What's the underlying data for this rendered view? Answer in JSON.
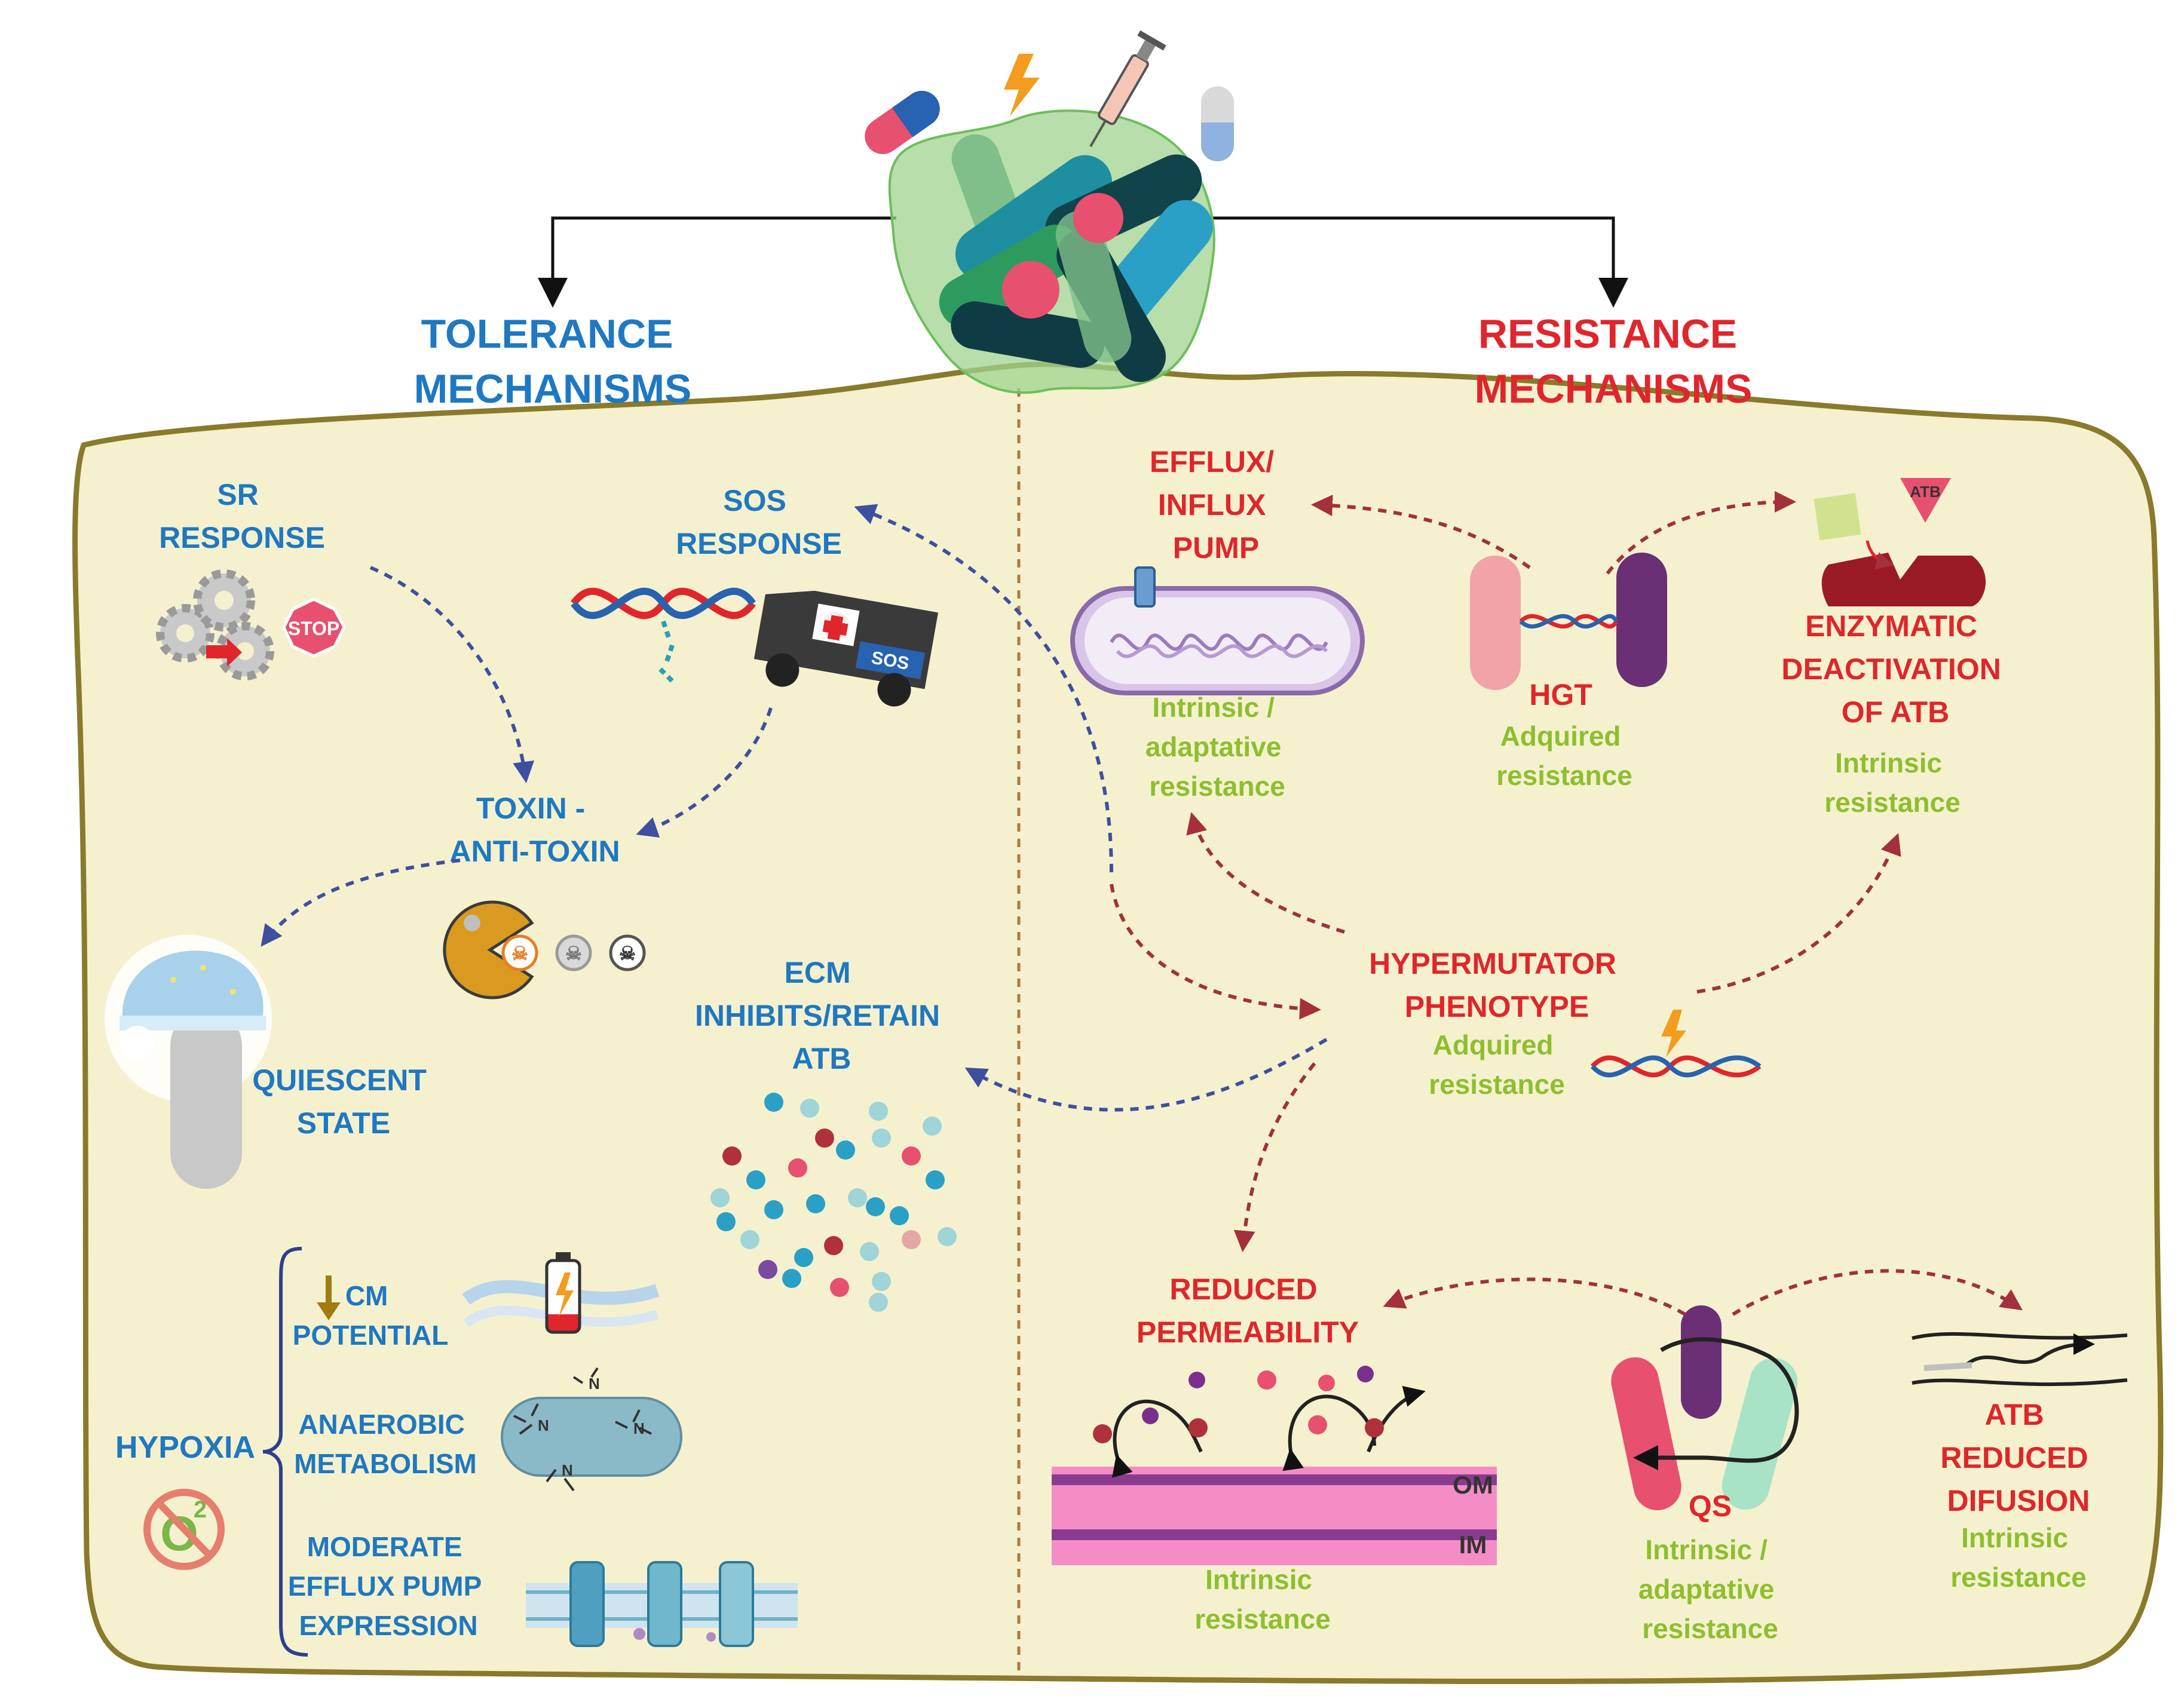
{
  "colors": {
    "background": "#f5f1cf",
    "border": "#8a7a2b",
    "tolerance_blue": "#1e78c2",
    "resistance_red": "#e0262b",
    "resistance_green": "#8dbf2e",
    "dash_blue": "#3f4fa0",
    "dash_red": "#a3303c"
  },
  "headers": {
    "tolerance": [
      "TOLERANCE",
      "MECHANISMS"
    ],
    "resistance": [
      "RESISTANCE",
      "MECHANISMS"
    ]
  },
  "tolerance": {
    "sr_response": [
      "SR",
      "RESPONSE"
    ],
    "stop_sign": "STOP",
    "sos_response": [
      "SOS",
      "RESPONSE"
    ],
    "sos_badge": "SOS",
    "toxin_antitoxin": [
      "TOXIN -",
      "ANTI-TOXIN"
    ],
    "quiescent": [
      "QUIESCENT",
      "STATE"
    ],
    "ecm": [
      "ECM",
      "INHIBITS/RETAIN",
      "ATB"
    ],
    "hypoxia": "HYPOXIA",
    "hypoxia_symbol": "O",
    "hypoxia_superscript": "2",
    "cm_potential": [
      "CM",
      "POTENTIAL"
    ],
    "anaerobic": [
      "ANAEROBIC",
      "METABOLISM"
    ],
    "efflux_moderate": [
      "MODERATE",
      "EFFLUX PUMP",
      "EXPRESSION"
    ]
  },
  "resistance": {
    "efflux": {
      "title": [
        "EFFLUX/",
        "INFLUX",
        "PUMP"
      ],
      "type": [
        "Intrinsic /",
        "adaptative",
        "resistance"
      ]
    },
    "hgt": {
      "title": [
        "HGT"
      ],
      "type": [
        "Adquired",
        "resistance"
      ]
    },
    "enzymatic": {
      "title": [
        "ENZYMATIC",
        "DEACTIVATION",
        "OF ATB"
      ],
      "type": [
        "Intrinsic",
        "resistance"
      ],
      "atb_tag": "ATB"
    },
    "hypermutator": {
      "title": [
        "HYPERMUTATOR",
        "PHENOTYPE"
      ],
      "type": [
        "Adquired",
        "resistance"
      ]
    },
    "reduced_permeability": {
      "title": [
        "REDUCED",
        "PERMEABILITY"
      ],
      "type": [
        "Intrinsic",
        "resistance"
      ],
      "om": "OM",
      "im": "IM"
    },
    "qs": {
      "title": [
        "QS"
      ],
      "type": [
        "Intrinsic /",
        "adaptative",
        "resistance"
      ]
    },
    "atb_diffusion": {
      "title": [
        "ATB",
        "REDUCED",
        "DIFUSION"
      ],
      "type": [
        "Intrinsic",
        "resistance"
      ]
    }
  }
}
